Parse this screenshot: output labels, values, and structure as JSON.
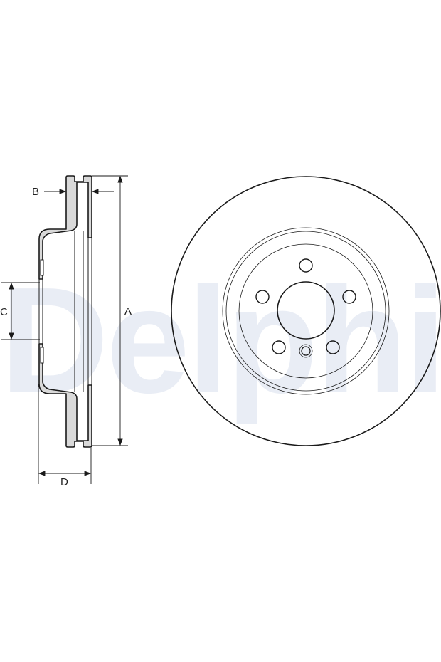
{
  "watermark": {
    "text": "Delphi",
    "color": "#e9edf5"
  },
  "dimensions": {
    "A": "A",
    "B": "B",
    "C": "C",
    "D": "D"
  },
  "colors": {
    "line": "#1a1a1a",
    "fill": "#d9d9d9",
    "background": "#ffffff"
  },
  "views": {
    "side": "cross-section profile",
    "front": "brake disc front view",
    "bolt_holes": 5
  }
}
